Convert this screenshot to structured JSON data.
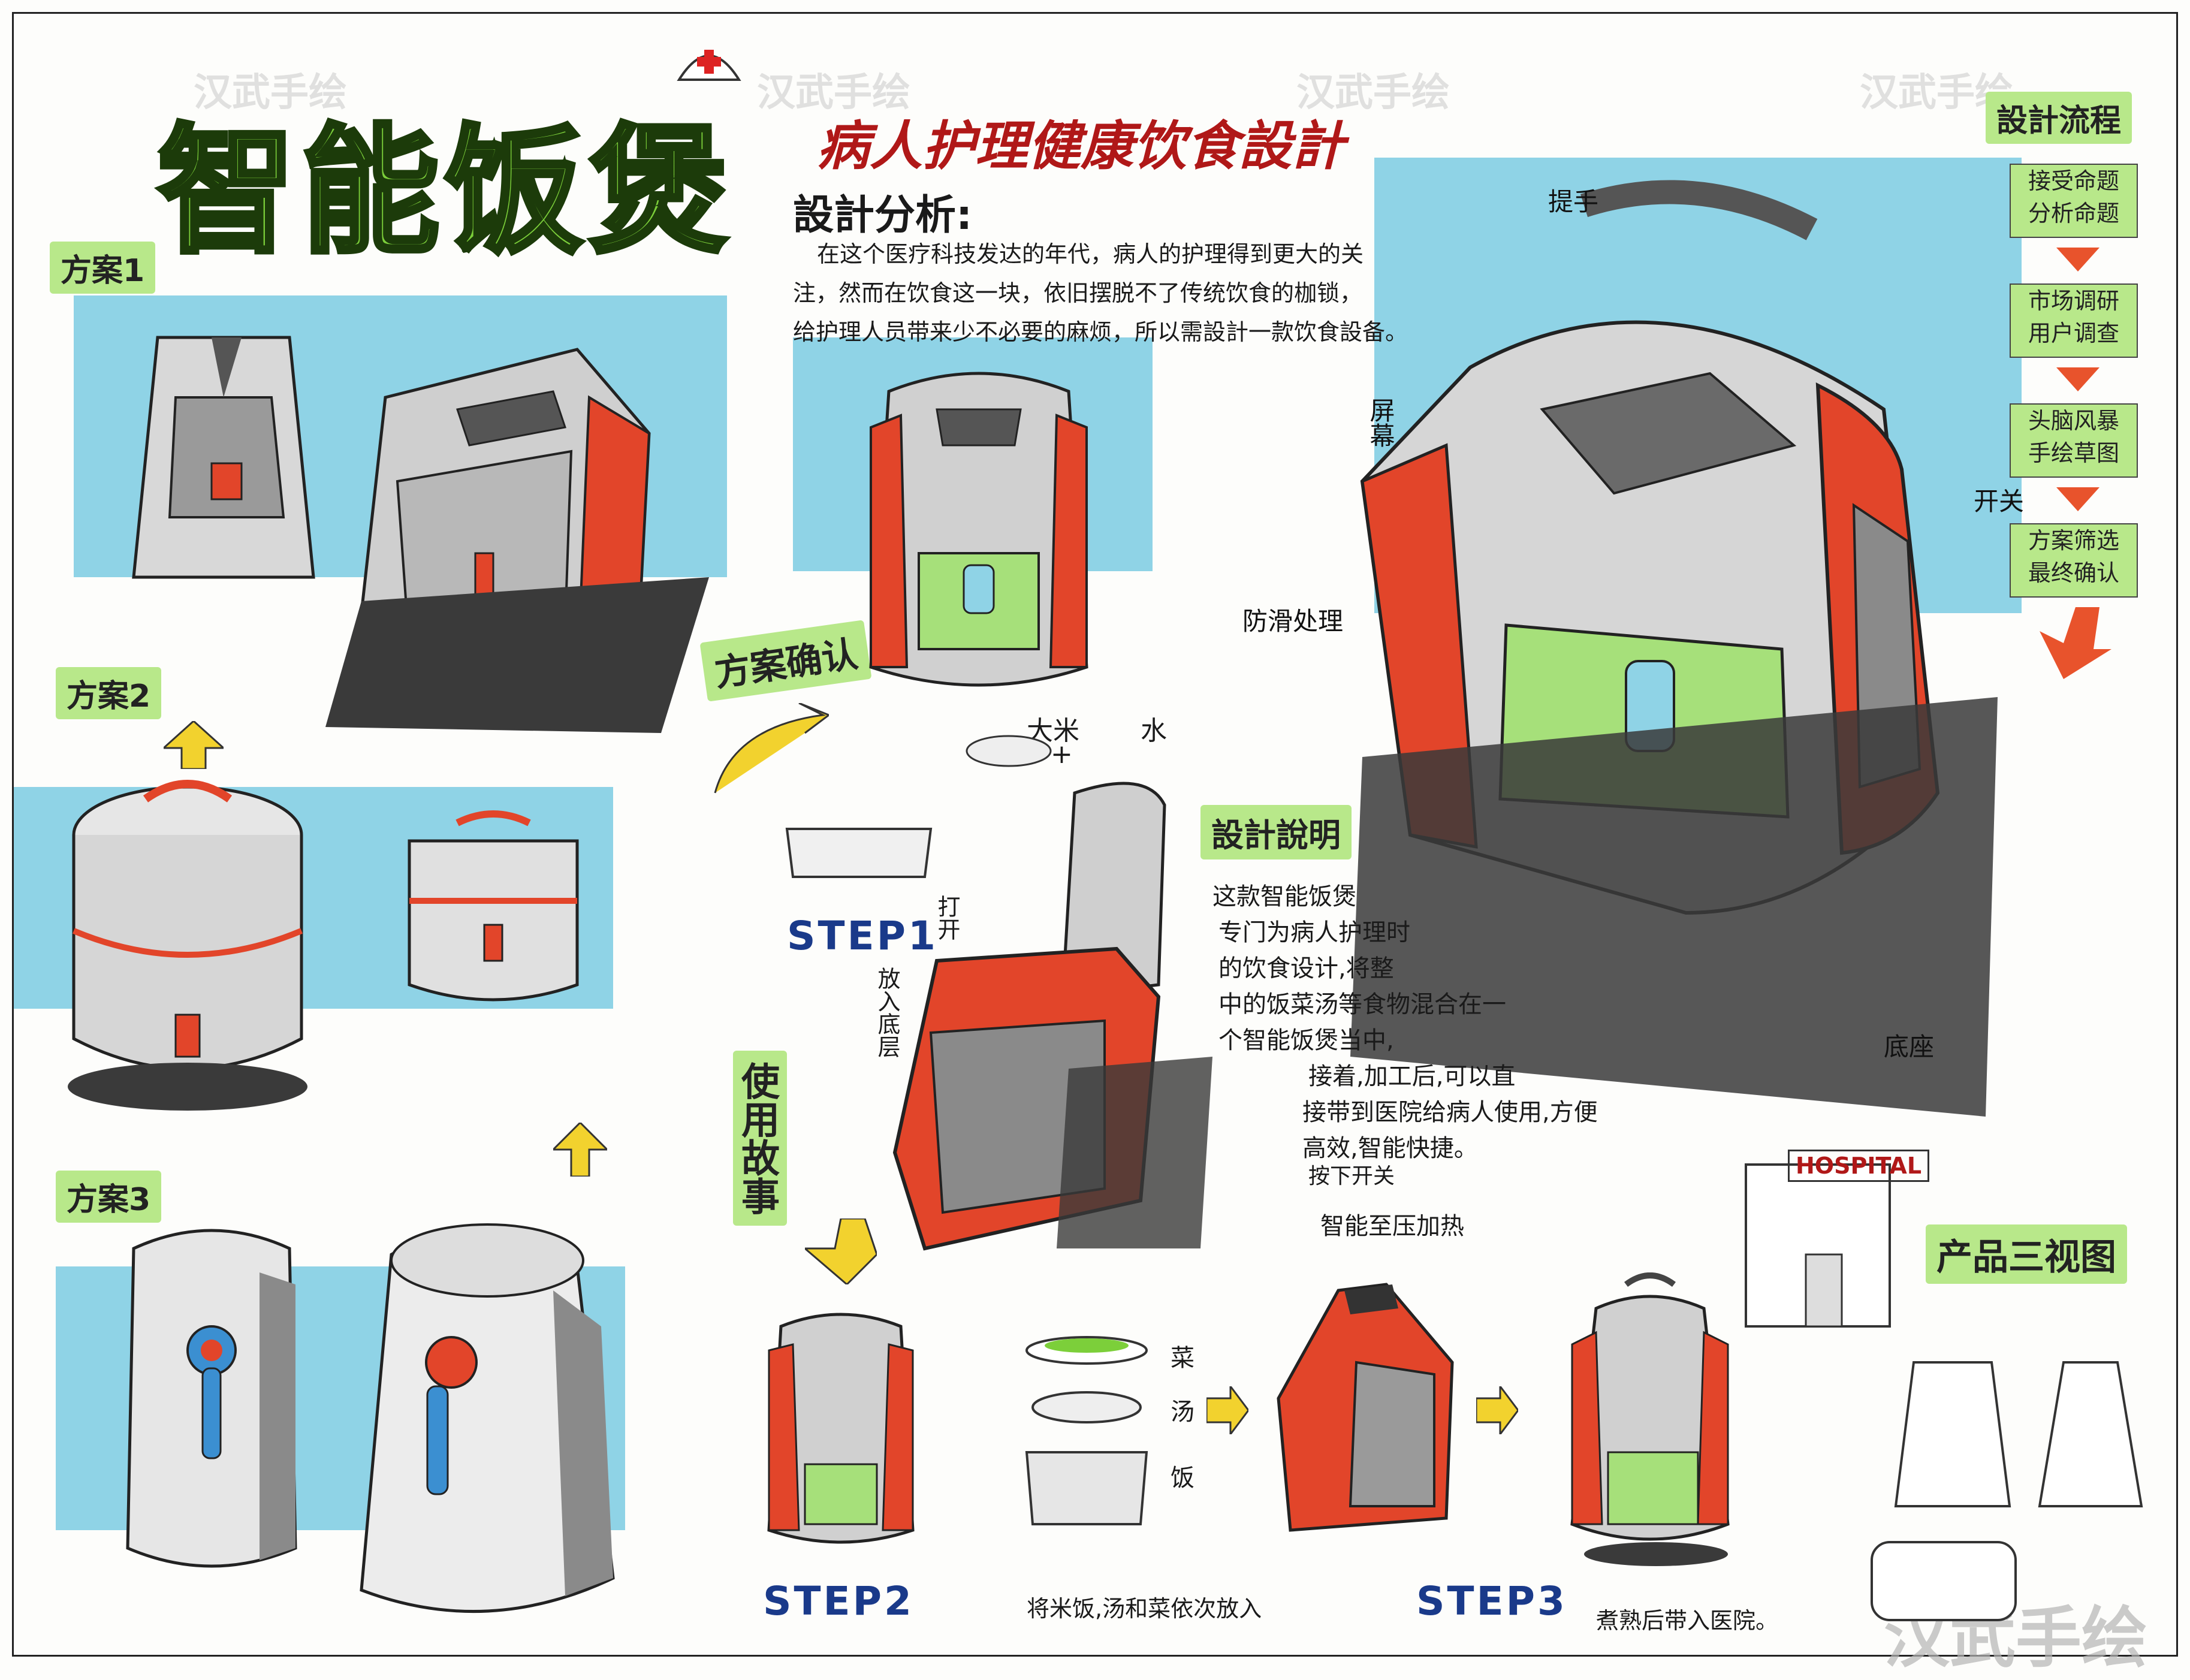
{
  "title": "智能饭煲",
  "subtitle": "病人护理健康饮食設計",
  "analysis": {
    "heading": "設計分析:",
    "lines": [
      "在这个医疗科技发达的年代，病人的护理得到更大的关",
      "注，然而在饮食这一块，依旧摆脱不了传统饮食的枷锁，",
      "给护理人员带来少不必要的麻烦，所以需設計一款饮食設备。"
    ]
  },
  "plan_labels": [
    "方案1",
    "方案2",
    "方案3"
  ],
  "confirm_label": "方案确认",
  "story_label": "使用故事",
  "flow": {
    "title": "設計流程",
    "steps": [
      "接受命题\n分析命题",
      "市场调研\n用户调查",
      "头脑风暴\n手绘草图",
      "方案筛选\n最终确认"
    ]
  },
  "callouts": {
    "handle": "提手",
    "screen": "屏幕",
    "switch": "开关",
    "antislip": "防滑处理",
    "base": "底座"
  },
  "explain": {
    "heading": "設計說明",
    "lines": [
      "这款智能饭煲",
      "专门为病人护理时",
      "的饮食设计,将整",
      "中的饭菜汤等食物混合在一",
      "个智能饭煲当中,",
      "接着,加工后,可以直",
      "接带到医院给病人使用,方便",
      "高效,智能快捷。"
    ]
  },
  "story": {
    "ingredients": [
      "大米",
      "+",
      "水"
    ],
    "open": "打开",
    "put_in": "放入底层",
    "layers": [
      "菜",
      "汤",
      "饭"
    ],
    "step1": "STEP1",
    "step2": "STEP2",
    "step3": "STEP3",
    "step2_caption": "将米饭,汤和菜依次放入",
    "press_switch": "按下开关",
    "heat": "智能至压加热",
    "step3_caption": "煮熟后带入医院。",
    "hospital": "HOSPITAL"
  },
  "three_view_label": "产品三视图",
  "watermark": "汉武手绘",
  "colors": {
    "red": "#e2452a",
    "green": "#7ccf3a",
    "blue_bg": "#8fd3e6",
    "gray": "#9a9a9a",
    "yellow": "#f2d22e",
    "marker_blue": "#3b8fd1"
  }
}
